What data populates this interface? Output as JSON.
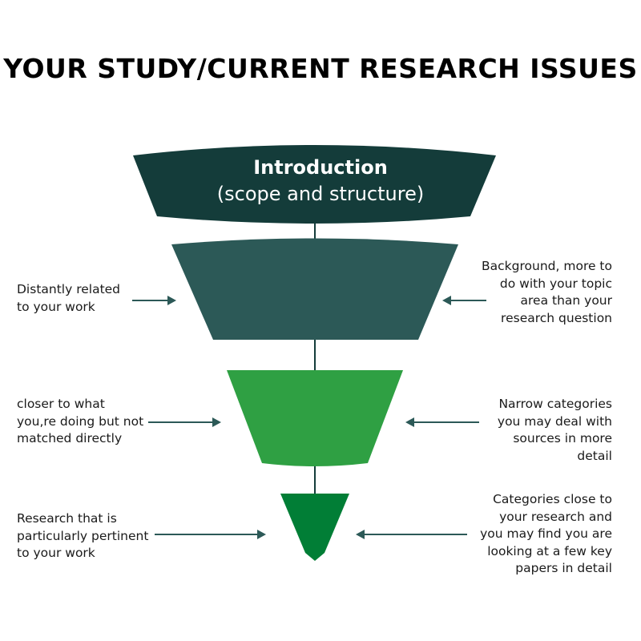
{
  "title": "YOUR STUDY/CURRENT RESEARCH ISSUES",
  "colors": {
    "tier1": "#143c3a",
    "tier2": "#2c5957",
    "tier3": "#2fa043",
    "tier4": "#017e36",
    "connector": "#143c3a",
    "arrow": "#2c5957"
  },
  "tiers": [
    {
      "title": "Introduction",
      "subtitle": "(scope and structure)"
    },
    {
      "title": ""
    },
    {
      "title": ""
    },
    {
      "title": ""
    }
  ],
  "notes": {
    "left": [
      "Distantly related\nto your work",
      "closer to what\nyou,re doing but not\nmatched directly",
      "Research that is\nparticularly pertinent\nto your work"
    ],
    "right": [
      "Background, more to\ndo with your topic\narea than your\nresearch question",
      "Narrow categories\nyou may deal with\nsources in more\ndetail",
      "Categories close to\nyour research and\nyou may find you are\nlooking at a few key\npapers in detail"
    ]
  }
}
